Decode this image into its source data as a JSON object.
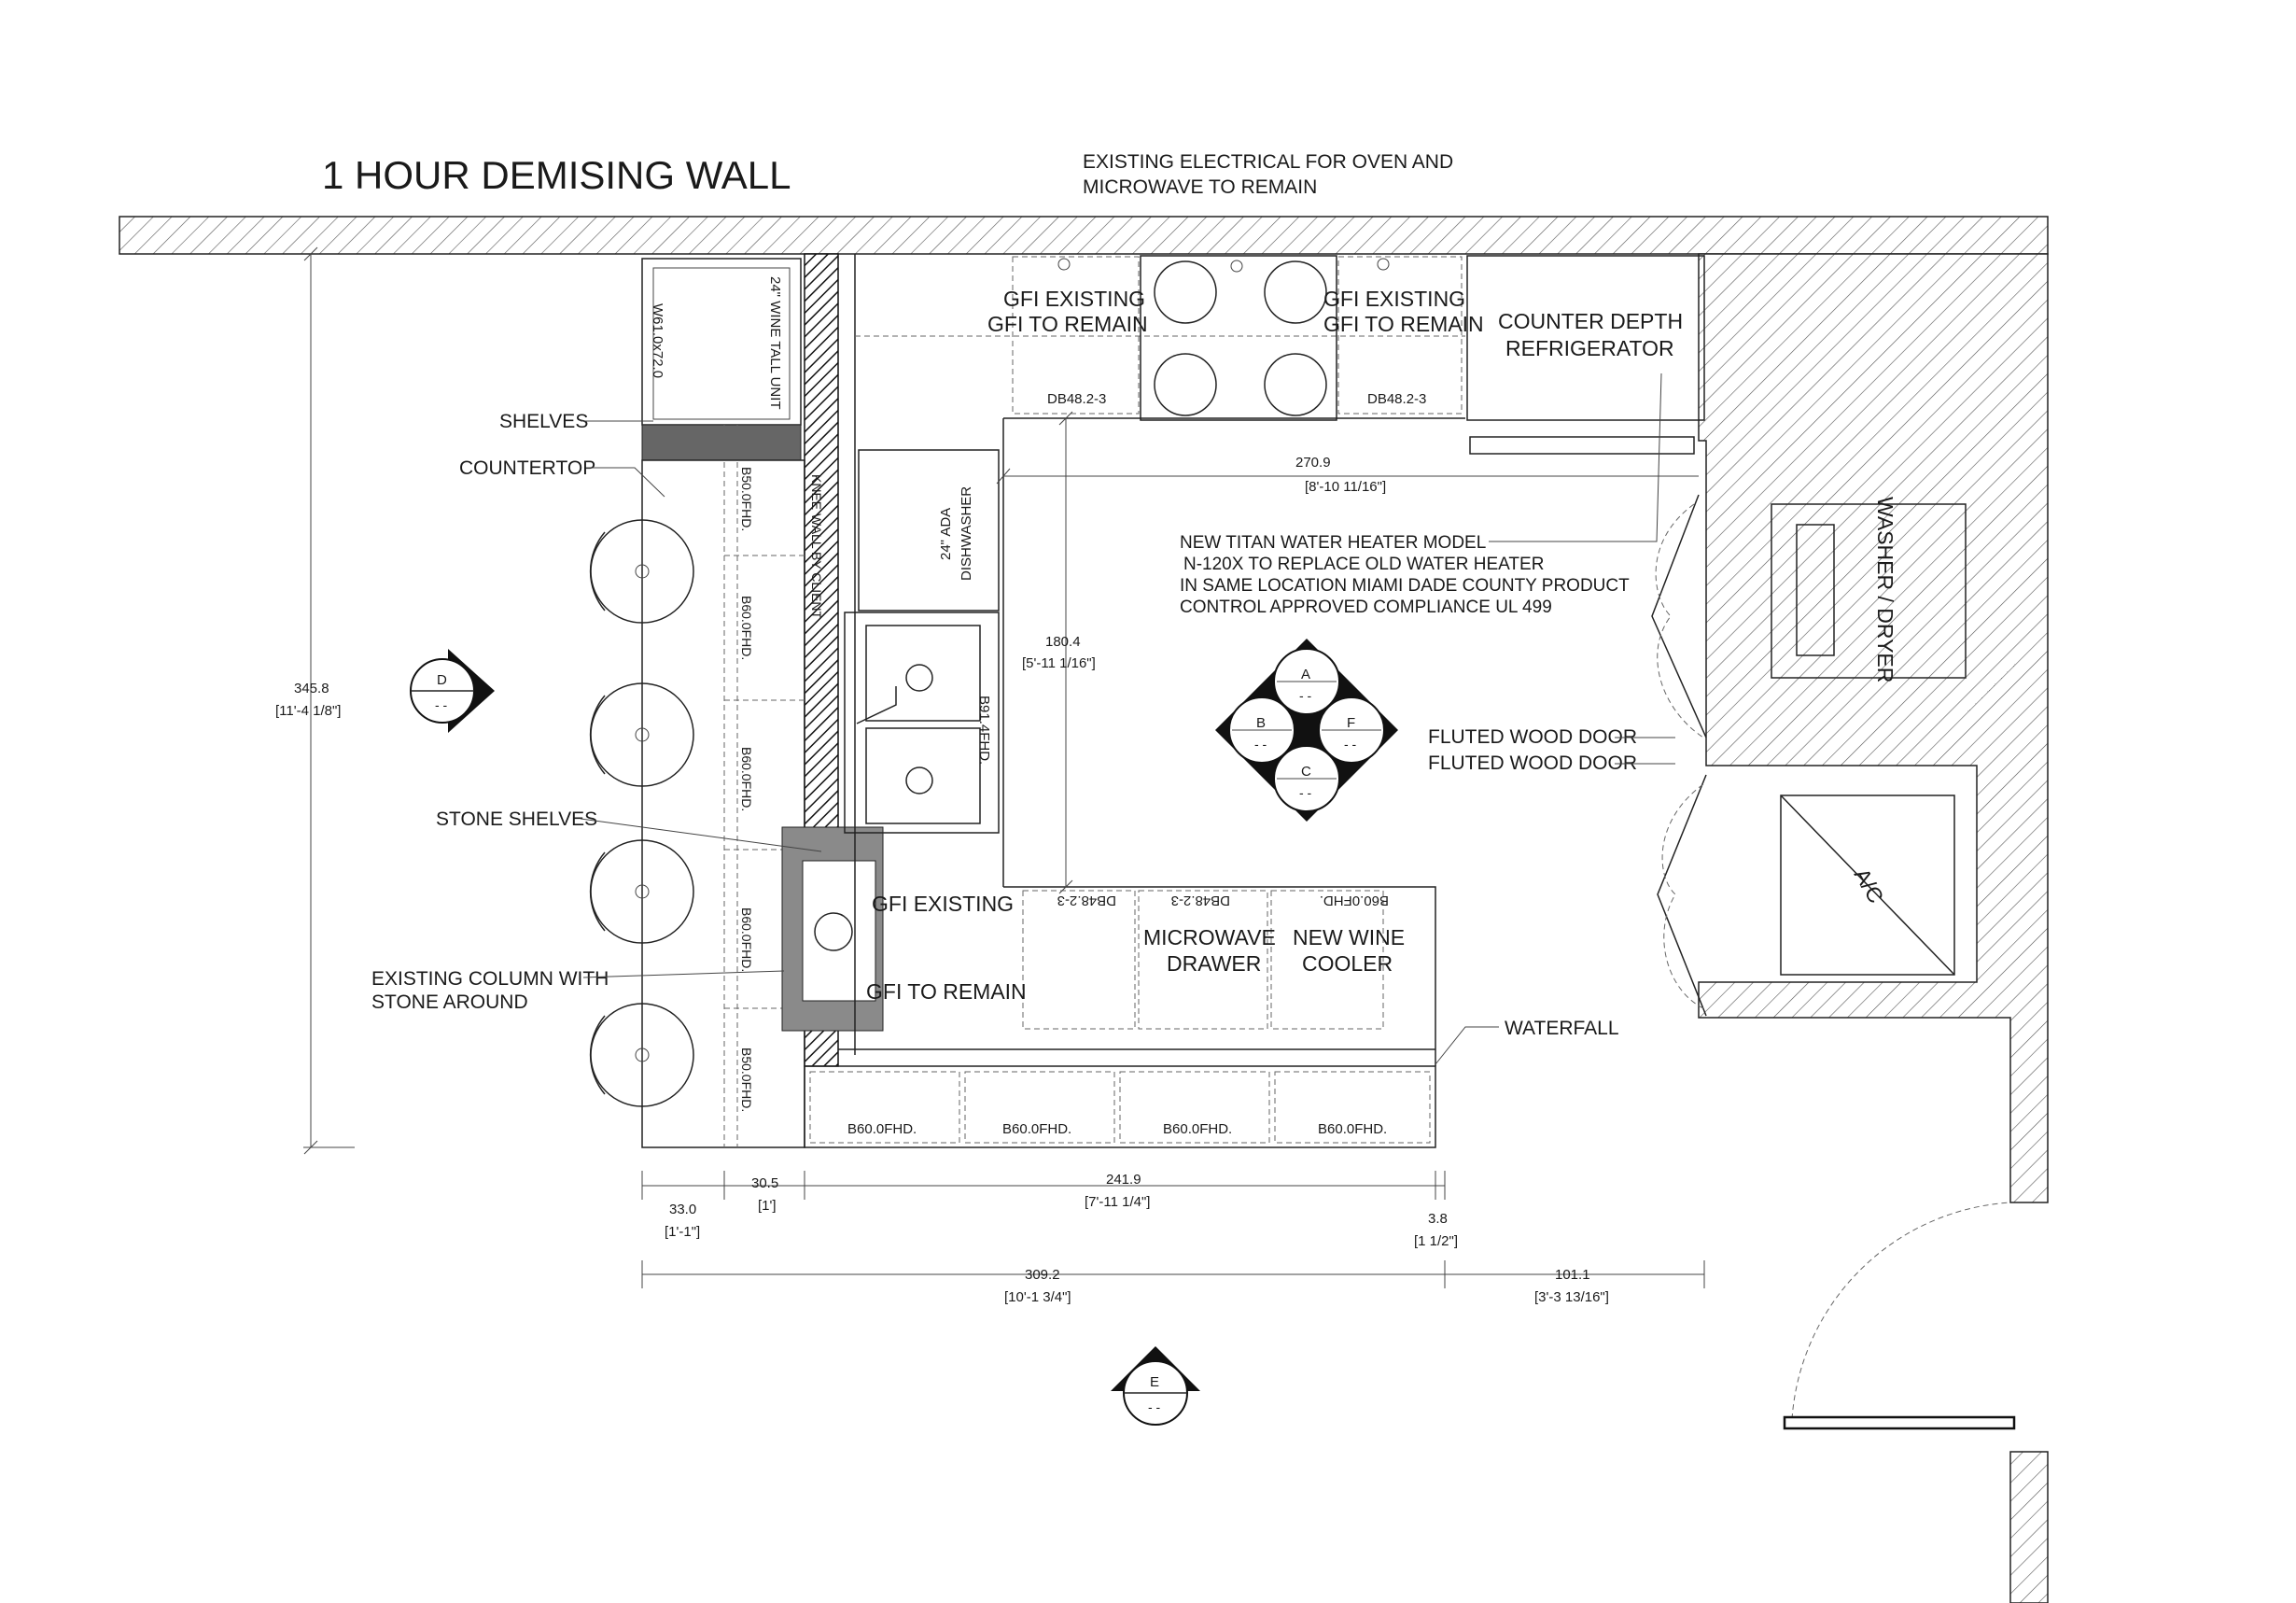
{
  "title": "1 HOUR DEMISING WALL",
  "notes": {
    "electrical_1": "EXISTING ELECTRICAL FOR OVEN AND",
    "electrical_2": "MICROWAVE TO REMAIN",
    "heater_1": "NEW TITAN WATER HEATER MODEL",
    "heater_2": "N-120X TO REPLACE OLD WATER HEATER",
    "heater_3": "IN SAME LOCATION MIAMI DADE COUNTY PRODUCT",
    "heater_4": "CONTROL APPROVED COMPLIANCE UL 499"
  },
  "labels": {
    "shelves": "SHELVES",
    "countertop": "COUNTERTOP",
    "stone_shelves": "STONE SHELVES",
    "column_1": "EXISTING COLUMN WITH",
    "column_2": "STONE AROUND",
    "fluted_1": "FLUTED WOOD DOOR",
    "fluted_2": "FLUTED WOOD DOOR",
    "waterfall": "WATERFALL",
    "gfi_existing_a": "GFI EXISTING",
    "gfi_remain_a": "GFI TO REMAIN",
    "gfi_existing_b": "GFI EXISTING",
    "gfi_remain_b": "GFI TO REMAIN",
    "gfi_existing_c": "GFI EXISTING",
    "gfi_remain_c": "GFI TO REMAIN",
    "fridge_1": "COUNTER DEPTH",
    "fridge_2": "REFRIGERATOR",
    "washer": "WASHER / DRYER",
    "ac": "A/C",
    "microwave_1": "MICROWAVE",
    "microwave_2": "DRAWER",
    "wine_cooler_1": "NEW WINE",
    "wine_cooler_2": "COOLER",
    "wine_tall": "24\" WINE TALL UNIT",
    "wine_size": "W61.0x72.0",
    "knee_wall": "KNEE WALL BY CLIENT",
    "dishwasher_1": "24\" ADA",
    "dishwasher_2": "DISHWASHER",
    "sink_cab": "B91.4FHD.",
    "db_top_left": "DB48.2-3",
    "db_top_right": "DB48.2-3",
    "island_b1": "B50.0FHD.",
    "island_b2": "B60.0FHD.",
    "island_b3": "B60.0FHD.",
    "island_b4": "B60.0FHD.",
    "island_b5": "B50.0FHD.",
    "bottom_b1": "B60.0FHD.",
    "bottom_b2": "B60.0FHD.",
    "bottom_b3": "B60.0FHD.",
    "bottom_b4": "B60.0FHD.",
    "pen_db1": "DB48.2-3",
    "pen_db2": "DB48.2-3",
    "pen_b3": "B60.0FHD."
  },
  "dimensions": {
    "d_270": "270.9",
    "d_270_imp": "[8'-10 11/16\"]",
    "d_180": "180.4",
    "d_180_imp": "[5'-11 1/16\"]",
    "d_345": "345.8",
    "d_345_imp": "[11'-4 1/8\"]",
    "d_33": "33.0",
    "d_33_imp": "[1'-1\"]",
    "d_30": "30.5",
    "d_30_imp": "[1']",
    "d_241": "241.9",
    "d_241_imp": "[7'-11 1/4\"]",
    "d_3": "3.8",
    "d_3_imp": "[1 1/2\"]",
    "d_309": "309.2",
    "d_309_imp": "[10'-1 3/4\"]",
    "d_101": "101.1",
    "d_101_imp": "[3'-3 13/16\"]"
  },
  "markers": {
    "d_letter": "D",
    "d_sub": "- -",
    "e_letter": "E",
    "e_sub": "- -",
    "a": "A",
    "a_sub": "- -",
    "b": "B",
    "b_sub": "- -",
    "c": "C",
    "c_sub": "- -",
    "f": "F",
    "f_sub": "- -"
  }
}
